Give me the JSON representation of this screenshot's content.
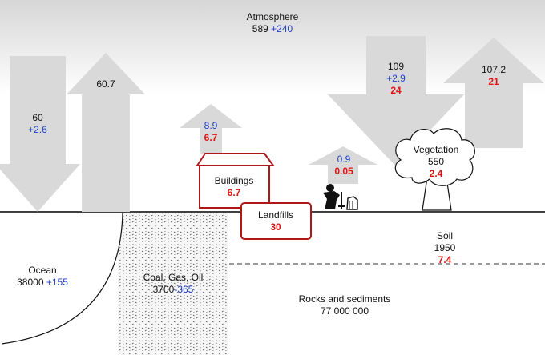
{
  "colors": {
    "arrow_fill": "#d9d9d9",
    "sky_top": "#dcdcdc",
    "box_border": "#b01818",
    "change_blue": "#1f3ec8",
    "human_red": "#e01414",
    "ground_line": "#000000"
  },
  "atmosphere": {
    "label": "Atmosphere",
    "stock": "589",
    "change": "+240"
  },
  "ocean": {
    "label": "Ocean",
    "stock": "38000",
    "change": "+155",
    "flux_down": {
      "value": "60",
      "change": "+2.6"
    },
    "flux_up": {
      "value": "60.7"
    }
  },
  "fossil": {
    "label": "Coal, Gas, Oil",
    "stock": "3700",
    "change": "-365"
  },
  "buildings": {
    "label": "Buildings",
    "stock": "6.7",
    "flux_up": {
      "value": "8.9",
      "human": "6.7"
    }
  },
  "landfills": {
    "label": "Landfills",
    "stock": "30"
  },
  "harvest": {
    "value": "0.9",
    "human": "0.05"
  },
  "vegetation": {
    "label": "Vegetation",
    "stock": "550",
    "human": "2.4",
    "flux_down": {
      "value": "109",
      "change": "+2.9",
      "human": "24"
    },
    "flux_up": {
      "value": "107.2",
      "human": "21"
    }
  },
  "soil": {
    "label": "Soil",
    "stock": "1950",
    "human": "7.4"
  },
  "rocks": {
    "label": "Rocks and sediments",
    "stock": "77 000 000"
  },
  "icons": [
    "worker-icon",
    "tree-icon",
    "building-icon"
  ]
}
